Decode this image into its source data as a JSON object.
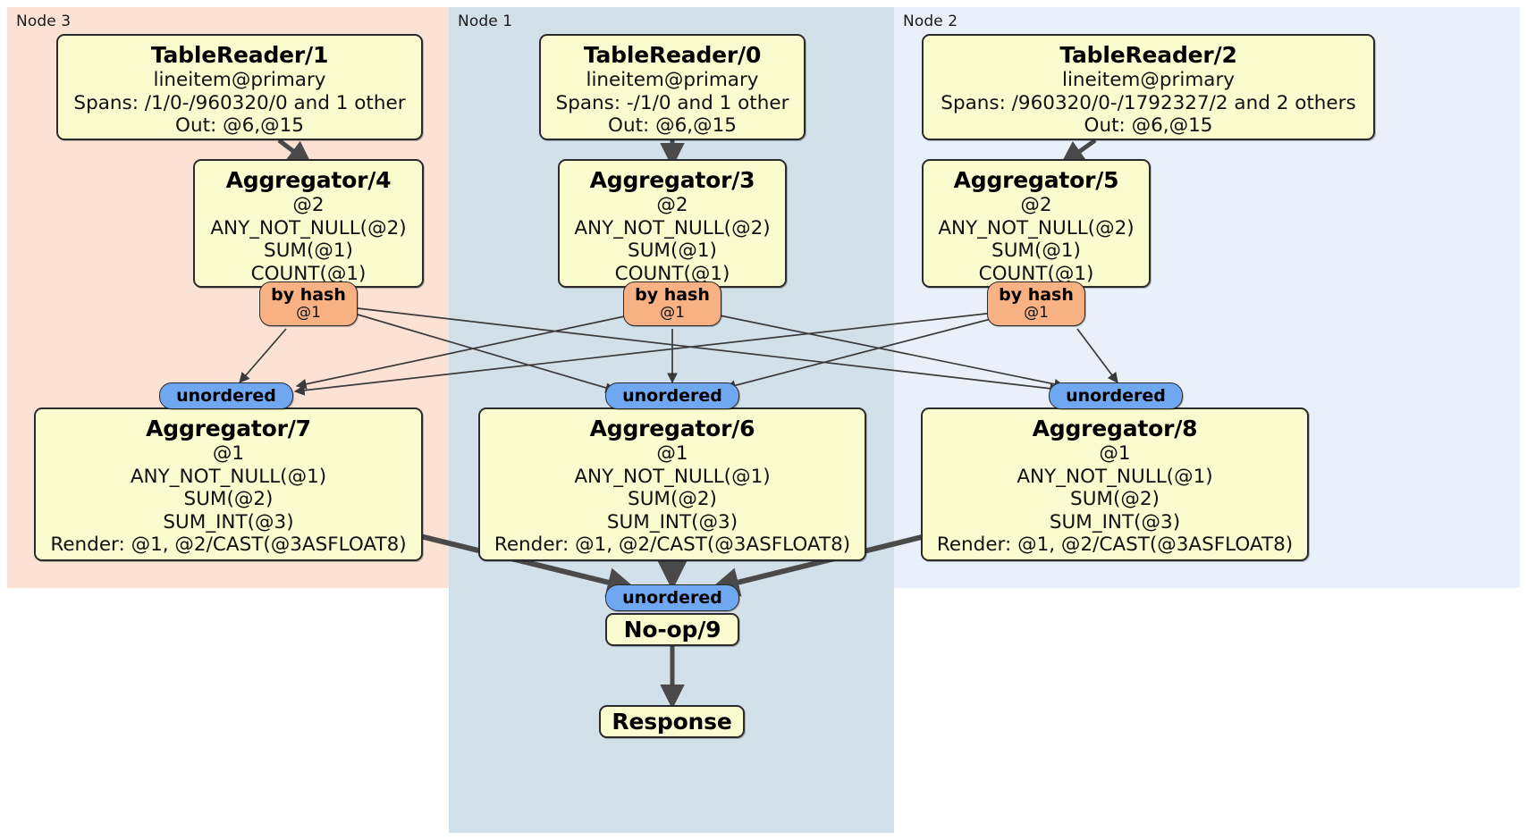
{
  "diagram": {
    "type": "distributed-query-plan",
    "colors": {
      "node3_panel": "#fbe2d5",
      "node1_panel": "#d2e0ea",
      "node2_panel": "#eaf0fa",
      "box_fill": "#fbfbd0",
      "hash_badge": "#f7b183",
      "unordered_badge": "#6fa8f0",
      "stroke": "#2b2b2b"
    }
  },
  "panels": [
    {
      "id": "node3",
      "label": "Node 3"
    },
    {
      "id": "node1",
      "label": "Node 1"
    },
    {
      "id": "node2",
      "label": "Node 2"
    }
  ],
  "processors": {
    "table_reader_1": {
      "title": "TableReader/1",
      "lines": [
        "lineitem@primary",
        "Spans: /1/0-/960320/0 and 1 other",
        "Out: @6,@15"
      ]
    },
    "table_reader_0": {
      "title": "TableReader/0",
      "lines": [
        "lineitem@primary",
        "Spans: -/1/0 and 1 other",
        "Out: @6,@15"
      ]
    },
    "table_reader_2": {
      "title": "TableReader/2",
      "lines": [
        "lineitem@primary",
        "Spans: /960320/0-/1792327/2 and 2 others",
        "Out: @6,@15"
      ]
    },
    "aggregator_4": {
      "title": "Aggregator/4",
      "lines": [
        "@2",
        "ANY_NOT_NULL(@2)",
        "SUM(@1)",
        "COUNT(@1)"
      ]
    },
    "aggregator_3": {
      "title": "Aggregator/3",
      "lines": [
        "@2",
        "ANY_NOT_NULL(@2)",
        "SUM(@1)",
        "COUNT(@1)"
      ]
    },
    "aggregator_5": {
      "title": "Aggregator/5",
      "lines": [
        "@2",
        "ANY_NOT_NULL(@2)",
        "SUM(@1)",
        "COUNT(@1)"
      ]
    },
    "aggregator_7": {
      "title": "Aggregator/7",
      "lines": [
        "@1",
        "ANY_NOT_NULL(@1)",
        "SUM(@2)",
        "SUM_INT(@3)",
        "Render: @1, @2/CAST(@3ASFLOAT8)"
      ]
    },
    "aggregator_6": {
      "title": "Aggregator/6",
      "lines": [
        "@1",
        "ANY_NOT_NULL(@1)",
        "SUM(@2)",
        "SUM_INT(@3)",
        "Render: @1, @2/CAST(@3ASFLOAT8)"
      ]
    },
    "aggregator_8": {
      "title": "Aggregator/8",
      "lines": [
        "@1",
        "ANY_NOT_NULL(@1)",
        "SUM(@2)",
        "SUM_INT(@3)",
        "Render: @1, @2/CAST(@3ASFLOAT8)"
      ]
    },
    "noop_9": {
      "title": "No-op/9"
    },
    "response": {
      "title": "Response"
    }
  },
  "badges": {
    "hash_left": {
      "title": "by hash",
      "sub": "@1"
    },
    "hash_center": {
      "title": "by hash",
      "sub": "@1"
    },
    "hash_right": {
      "title": "by hash",
      "sub": "@1"
    },
    "unordered_left": {
      "title": "unordered"
    },
    "unordered_center": {
      "title": "unordered"
    },
    "unordered_right": {
      "title": "unordered"
    },
    "unordered_final": {
      "title": "unordered"
    }
  }
}
